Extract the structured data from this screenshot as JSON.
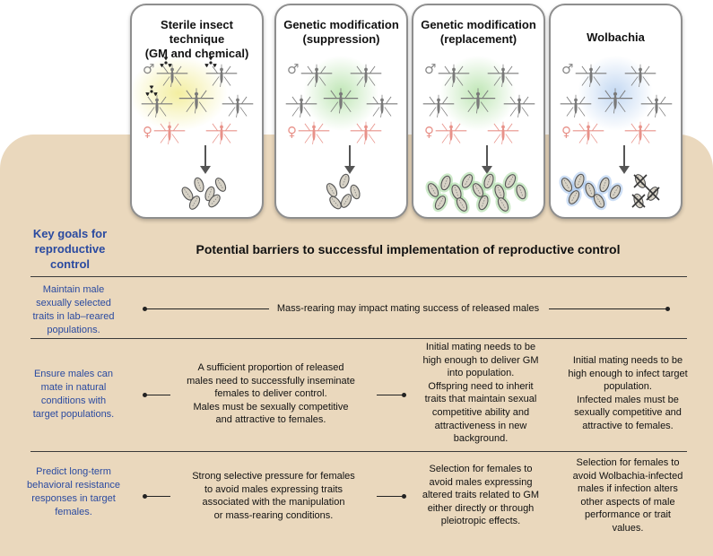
{
  "panels": [
    {
      "title": "Sterile insect technique\n(GM and chemical)",
      "glow": "#f3eea0"
    },
    {
      "title": "Genetic modification\n(suppression)",
      "glow": "#bfe6b5"
    },
    {
      "title": "Genetic modification\n(replacement)",
      "glow": "#bfe6b5"
    },
    {
      "title": "Wolbachia",
      "glow": "#c3d8f2"
    }
  ],
  "symbols": {
    "male": "♂",
    "female": "♀"
  },
  "colors": {
    "male_mosquito": "#7a7a7a",
    "female_mosquito": "#e8928a",
    "panel_bg": "#ead8bd",
    "goal_text": "#2a4aa0"
  },
  "header": {
    "key_goals": "Key goals for\nreproductive\ncontrol",
    "barriers": "Potential barriers to successful implementation of reproductive control"
  },
  "rows": [
    {
      "goal": "Maintain male\nsexually selected\ntraits in lab–reared\npopulations.",
      "span_text": "Mass-rearing may impact mating success of released males"
    },
    {
      "goal": "Ensure males can\nmate in natural\nconditions with\ntarget populations.",
      "c1": "A sufficient proportion of released\nmales need to successfully inseminate\nfemales to deliver control.\nMales must be sexually competitive\nand attractive to females.",
      "c2": "Initial mating needs to be\nhigh enough to deliver GM\ninto population.\nOffspring need to inherit\ntraits that maintain sexual\ncompetitive ability and\nattractiveness in new\nbackground.",
      "c3": "Initial mating needs to be\nhigh enough to infect target\npopulation.\nInfected males must be\nsexually competitive and\nattractive to females."
    },
    {
      "goal": "Predict long-term\nbehavioral resistance\nresponses in target\nfemales.",
      "c1": "Strong selective pressure for females\nto avoid males expressing traits\nassociated with the manipulation\nor mass-rearing conditions.",
      "c2": "Selection for females to\navoid males expressing\naltered traits related to GM\neither directly or through\npleiotropic effects.",
      "c3": "Selection for females to\navoid Wolbachia-infected\nmales if infection alters\nother aspects of male\nperformance or trait\nvalues."
    }
  ]
}
